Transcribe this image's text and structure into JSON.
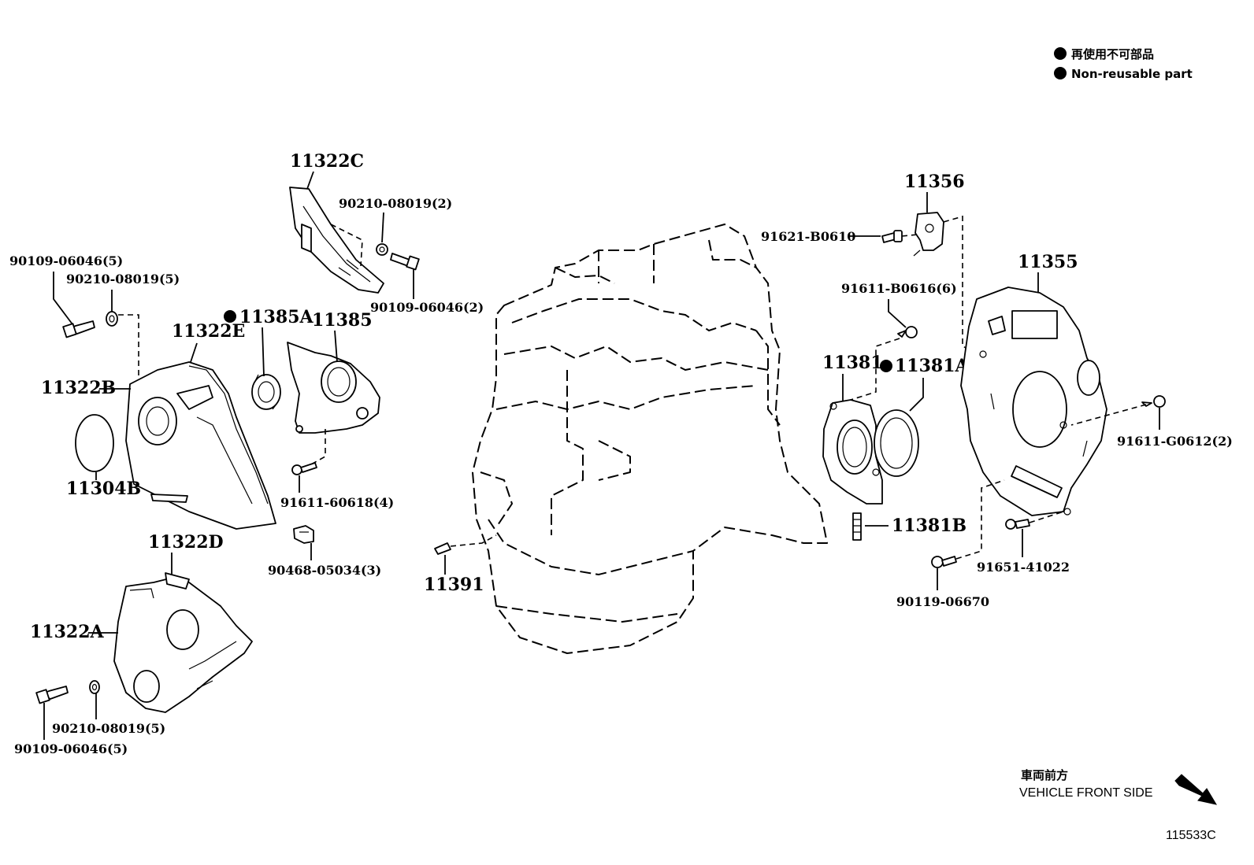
{
  "legend": {
    "jp": "再使用不可部品",
    "en": "Non-reusable part"
  },
  "parts": {
    "p11322C": "11322C",
    "p90210_a": "90210-08019(2)",
    "p90109_a": "90109-06046(2)",
    "p90109_b": "90109-06046(5)",
    "p90210_b": "90210-08019(5)",
    "p11385A": "11385A",
    "p11385": "11385",
    "p11322E": "11322E",
    "p11322B": "11322B",
    "p11304B": "11304B",
    "p91611_60618": "91611-60618(4)",
    "p90468": "90468-05034(3)",
    "p11322D": "11322D",
    "p11322A": "11322A",
    "p90210_c": "90210-08019(5)",
    "p90109_c": "90109-06046(5)",
    "p11391": "11391",
    "p11356": "11356",
    "p91621": "91621-B0610",
    "p91611_B0616": "91611-B0616(6)",
    "p11355": "11355",
    "p11381": "11381",
    "p11381A": "11381A",
    "p91611_G0612": "91611-G0612(2)",
    "p11381B": "11381B",
    "p91651": "91651-41022",
    "p90119": "90119-06670"
  },
  "direction": {
    "jp": "車両前方",
    "en": "VEHICLE FRONT SIDE"
  },
  "diagram_id": "115533C"
}
